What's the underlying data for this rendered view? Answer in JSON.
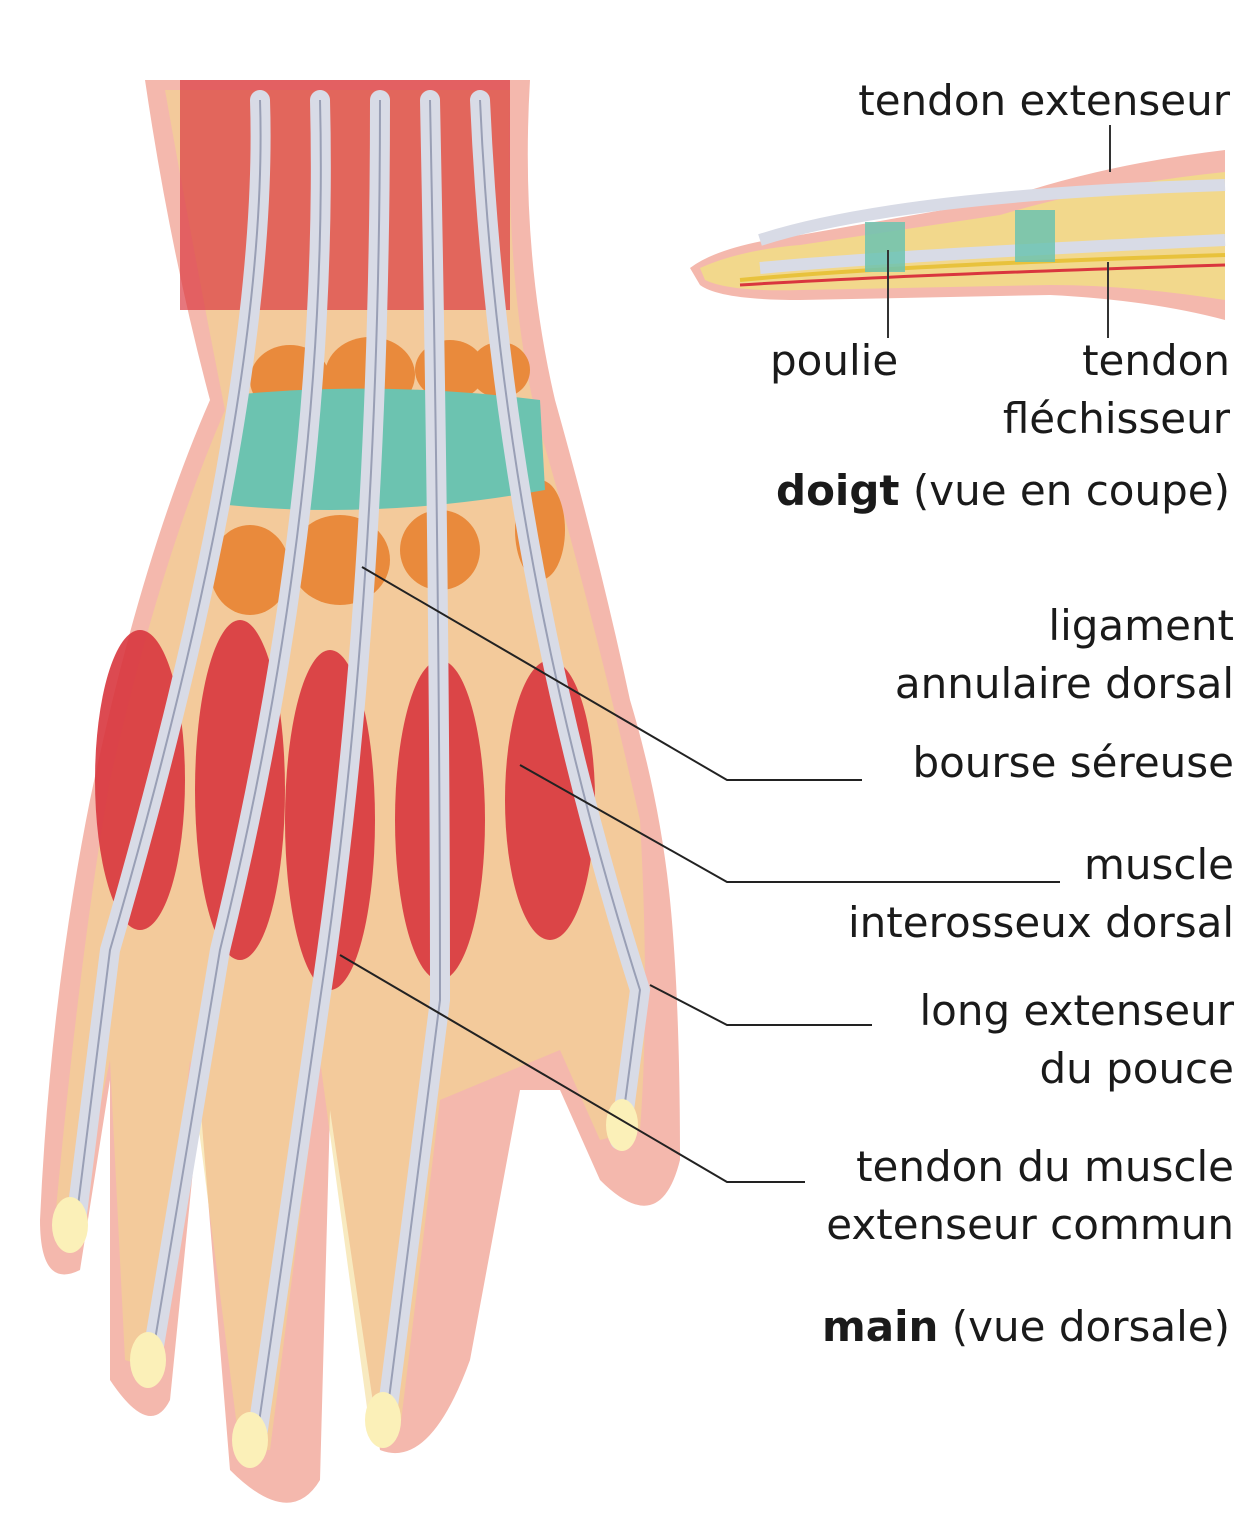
{
  "finger_section": {
    "labels": {
      "extensor_tendon": "tendon extenseur",
      "pulley": "poulie",
      "flexor_tendon_line1": "tendon",
      "flexor_tendon_line2": "fléchisseur"
    },
    "title_bold": "doigt",
    "title_rest": "(vue en coupe)"
  },
  "hand": {
    "labels": {
      "ligament_line1": "ligament",
      "ligament_line2": "annulaire dorsal",
      "bursa": "bourse séreuse",
      "interosseous_line1": "muscle",
      "interosseous_line2": "interosseux dorsal",
      "thumb_extensor_line1": "long extenseur",
      "thumb_extensor_line2": "du pouce",
      "common_extensor_line1": "tendon du muscle",
      "common_extensor_line2": "extenseur commun"
    },
    "title_bold": "main",
    "title_rest": "(vue dorsale)"
  },
  "colors": {
    "skin": "#f4b8ad",
    "muscle": "#d9363e",
    "tendon": "#d8dbe6",
    "band": "#6cc3b0",
    "bone": "#f2d88c",
    "carpal": "#e98a3c"
  }
}
